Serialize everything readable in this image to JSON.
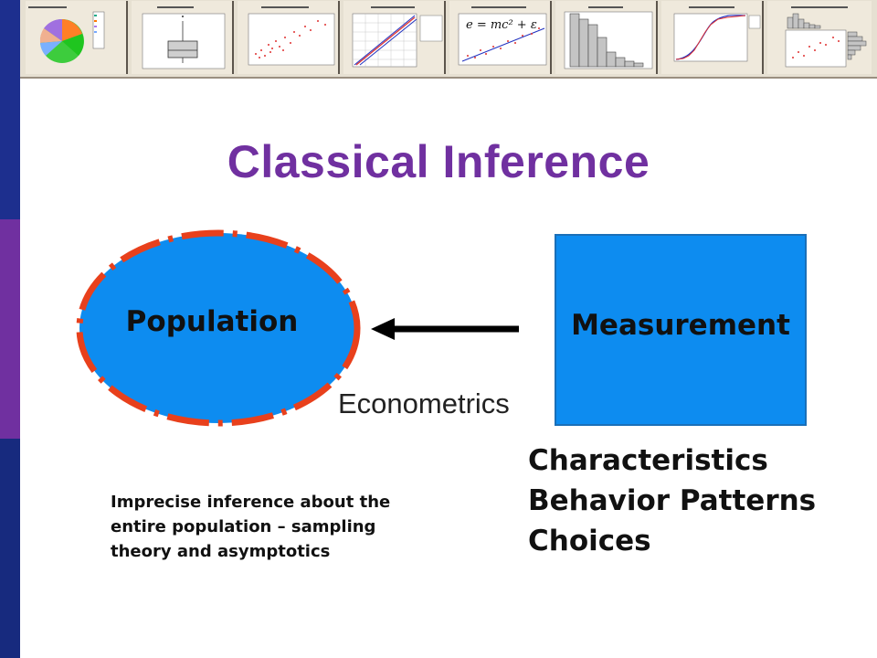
{
  "title": "Classical Inference",
  "diagram": {
    "population_label": "Population",
    "measurement_label": "Measurement",
    "arrow_label": "Econometrics",
    "characteristics": [
      "Characteristics",
      "Behavior Patterns",
      "Choices"
    ],
    "note": "Imprecise inference about the entire population – sampling theory and asymptotics"
  },
  "equation_thumbnail": "e = mc² + ε",
  "thumbnails": [
    "pie-chart",
    "boxplot",
    "scatterplot",
    "probability-plot",
    "scatterplot-with-fit",
    "histogram",
    "empirical-cdf",
    "marginal-plot"
  ],
  "colors": {
    "title": "#7030a0",
    "population_fill": "#0d8cf0",
    "population_border": "#e8401c",
    "measurement_fill": "#0d8cf0",
    "left_bar_top": "#1d2f8e",
    "left_bar_mid": "#7030a0",
    "left_bar_bottom": "#1d2f8e"
  }
}
